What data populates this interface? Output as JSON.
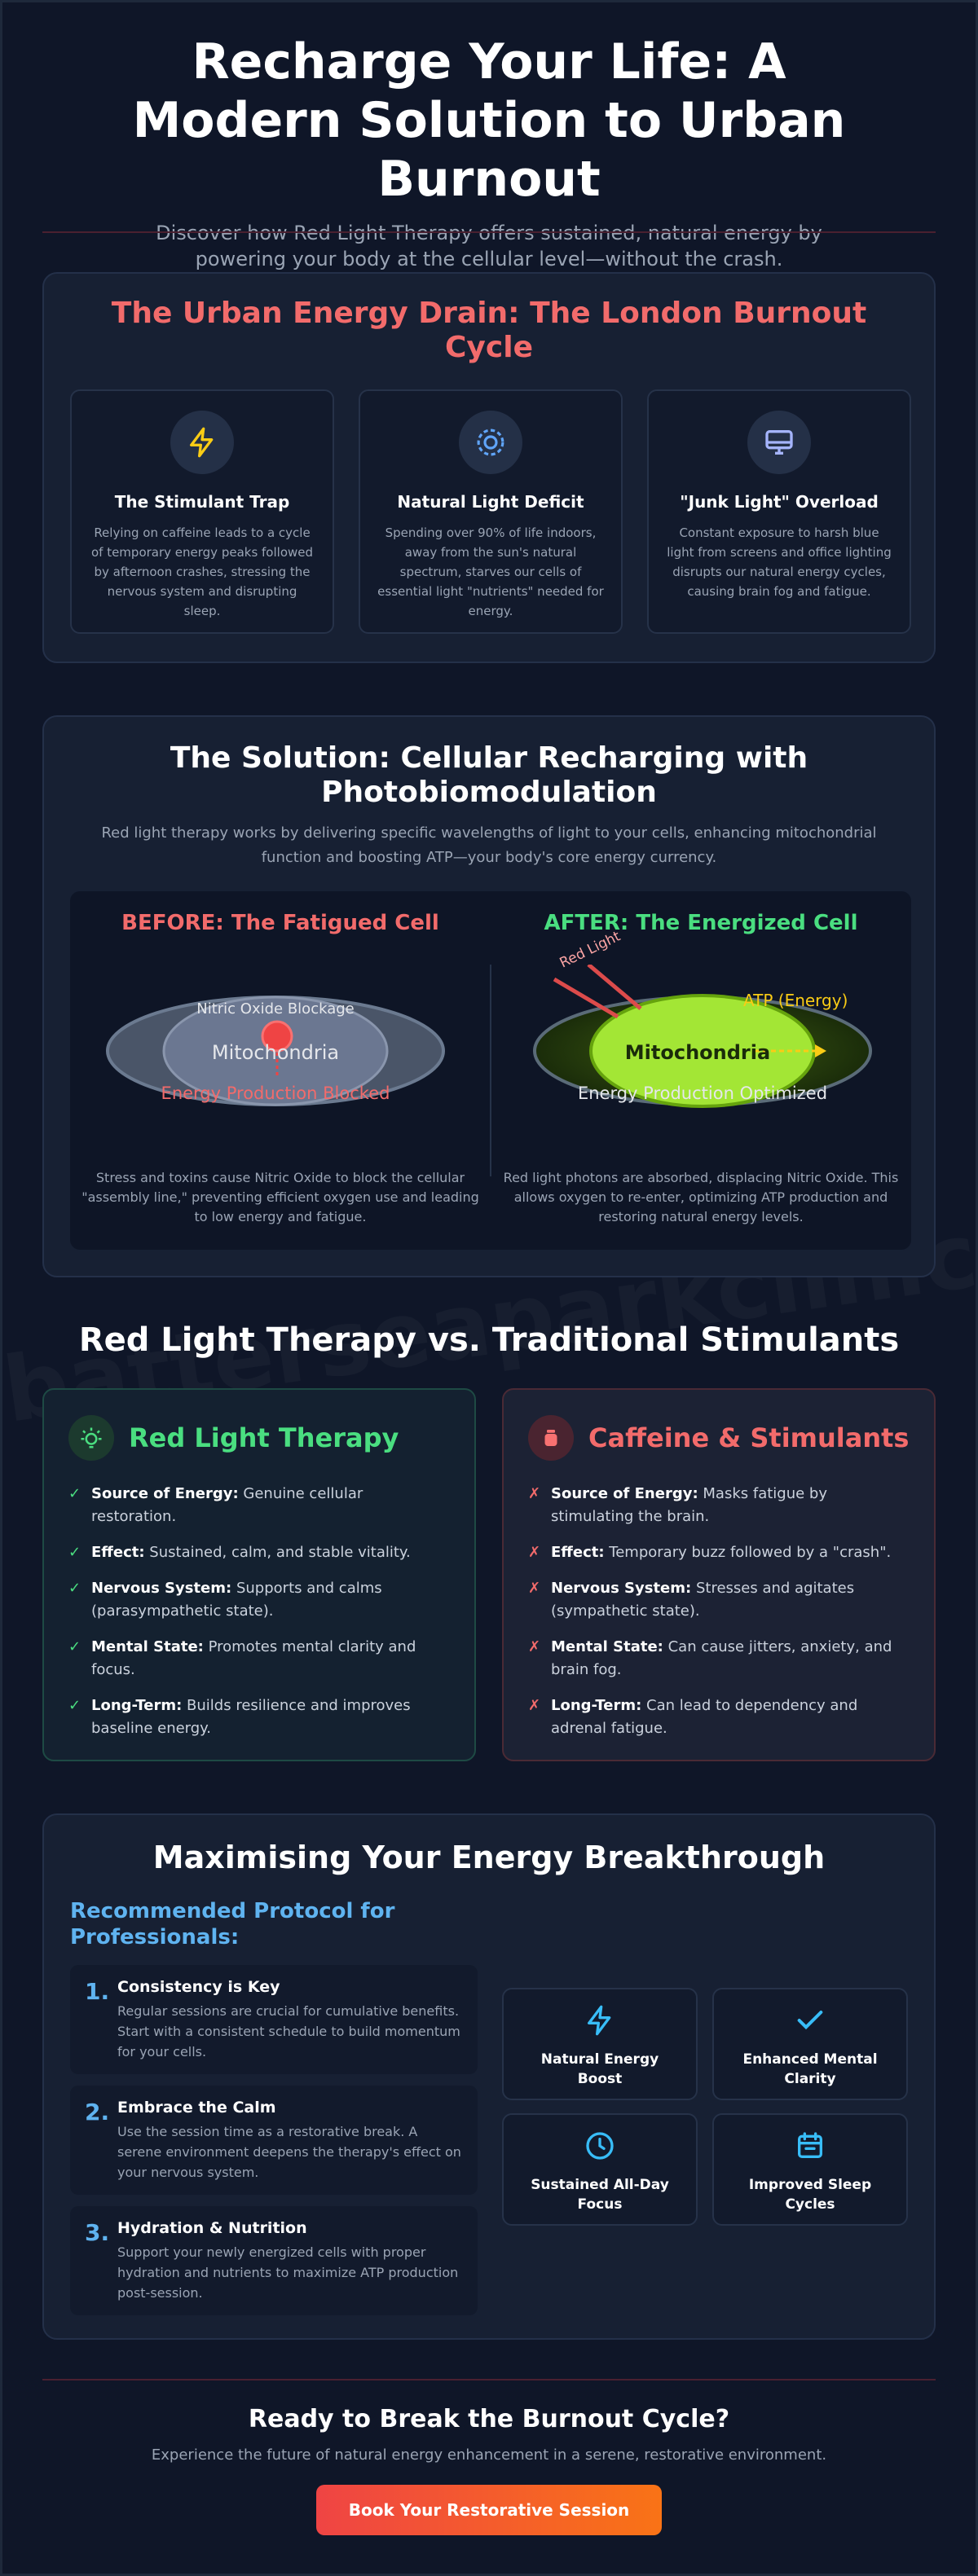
{
  "hero": {
    "title": "Recharge Your Life: A Modern Solution to Urban Burnout",
    "subtitle": "Discover how Red Light Therapy offers sustained, natural energy by powering your body at the cellular level—without the crash."
  },
  "drain": {
    "title": "The Urban Energy Drain: The London Burnout Cycle",
    "cards": [
      {
        "icon": "lightning-icon",
        "title": "The Stimulant Trap",
        "text": "Relying on caffeine leads to a cycle of temporary energy peaks followed by afternoon crashes, stressing the nervous system and disrupting sleep."
      },
      {
        "icon": "sun-gear-icon",
        "title": "Natural Light Deficit",
        "text": "Spending over 90% of life indoors, away from the sun's natural spectrum, starves our cells of essential light \"nutrients\" needed for energy."
      },
      {
        "icon": "monitor-icon",
        "title": "\"Junk Light\" Overload",
        "text": "Constant exposure to harsh blue light from screens and office lighting disrupts our natural energy cycles, causing brain fog and fatigue."
      }
    ]
  },
  "solution": {
    "title": "The Solution: Cellular Recharging with Photobiomodulation",
    "subtitle": "Red light therapy works by delivering specific wavelengths of light to your cells, enhancing mitochondrial function and boosting ATP—your body's core energy currency.",
    "before": {
      "heading": "BEFORE: The Fatigued Cell",
      "blockage": "Nitric Oxide Blockage",
      "organelle": "Mitochondria",
      "status": "Energy Production Blocked",
      "desc": "Stress and toxins cause Nitric Oxide to block the cellular \"assembly line,\" preventing efficient oxygen use and leading to low energy and fatigue."
    },
    "after": {
      "heading": "AFTER: The Energized Cell",
      "light": "Red Light",
      "atp": "ATP (Energy)",
      "organelle": "Mitochondria",
      "status": "Energy Production Optimized",
      "desc": "Red light photons are absorbed, displacing Nitric Oxide. This allows oxygen to re-enter, optimizing ATP production and restoring natural energy levels."
    }
  },
  "comparison": {
    "title": "Red Light Therapy vs. Traditional Stimulants",
    "rlt": {
      "title": "Red Light Therapy",
      "items": [
        {
          "k": "Source of Energy:",
          "v": "Genuine cellular restoration."
        },
        {
          "k": "Effect:",
          "v": "Sustained, calm, and stable vitality."
        },
        {
          "k": "Nervous System:",
          "v": "Supports and calms (parasympathetic state)."
        },
        {
          "k": "Mental State:",
          "v": "Promotes mental clarity and focus."
        },
        {
          "k": "Long-Term:",
          "v": "Builds resilience and improves baseline energy."
        }
      ]
    },
    "caf": {
      "title": "Caffeine & Stimulants",
      "items": [
        {
          "k": "Source of Energy:",
          "v": "Masks fatigue by stimulating the brain."
        },
        {
          "k": "Effect:",
          "v": "Temporary buzz followed by a \"crash\"."
        },
        {
          "k": "Nervous System:",
          "v": "Stresses and agitates (sympathetic state)."
        },
        {
          "k": "Mental State:",
          "v": "Can cause jitters, anxiety, and brain fog."
        },
        {
          "k": "Long-Term:",
          "v": "Can lead to dependency and adrenal fatigue."
        }
      ]
    },
    "check": "✓",
    "cross": "✗"
  },
  "maximise": {
    "title": "Maximising Your Energy Breakthrough",
    "protocol_heading": "Recommended Protocol for Professionals:",
    "steps": [
      {
        "n": "1.",
        "title": "Consistency is Key",
        "text": "Regular sessions are crucial for cumulative benefits. Start with a consistent schedule to build momentum for your cells."
      },
      {
        "n": "2.",
        "title": "Embrace the Calm",
        "text": "Use the session time as a restorative break. A serene environment deepens the therapy's effect on your nervous system."
      },
      {
        "n": "3.",
        "title": "Hydration & Nutrition",
        "text": "Support your newly energized cells with proper hydration and nutrients to maximize ATP production post-session."
      }
    ],
    "benefits": [
      {
        "icon": "lightning-icon",
        "label": "Natural Energy Boost"
      },
      {
        "icon": "check-icon",
        "label": "Enhanced Mental Clarity"
      },
      {
        "icon": "clock-icon",
        "label": "Sustained All-Day Focus"
      },
      {
        "icon": "calendar-icon",
        "label": "Improved Sleep Cycles"
      }
    ]
  },
  "cta": {
    "title": "Ready to Break the Burnout Cycle?",
    "subtitle": "Experience the future of natural energy enhancement in a serene, restorative environment.",
    "button": "Book Your Restorative Session"
  },
  "colors": {
    "accent_red": "#f26b6b",
    "accent_green": "#4ade80",
    "accent_blue": "#5fb3f0",
    "bg": "#0f1628"
  }
}
